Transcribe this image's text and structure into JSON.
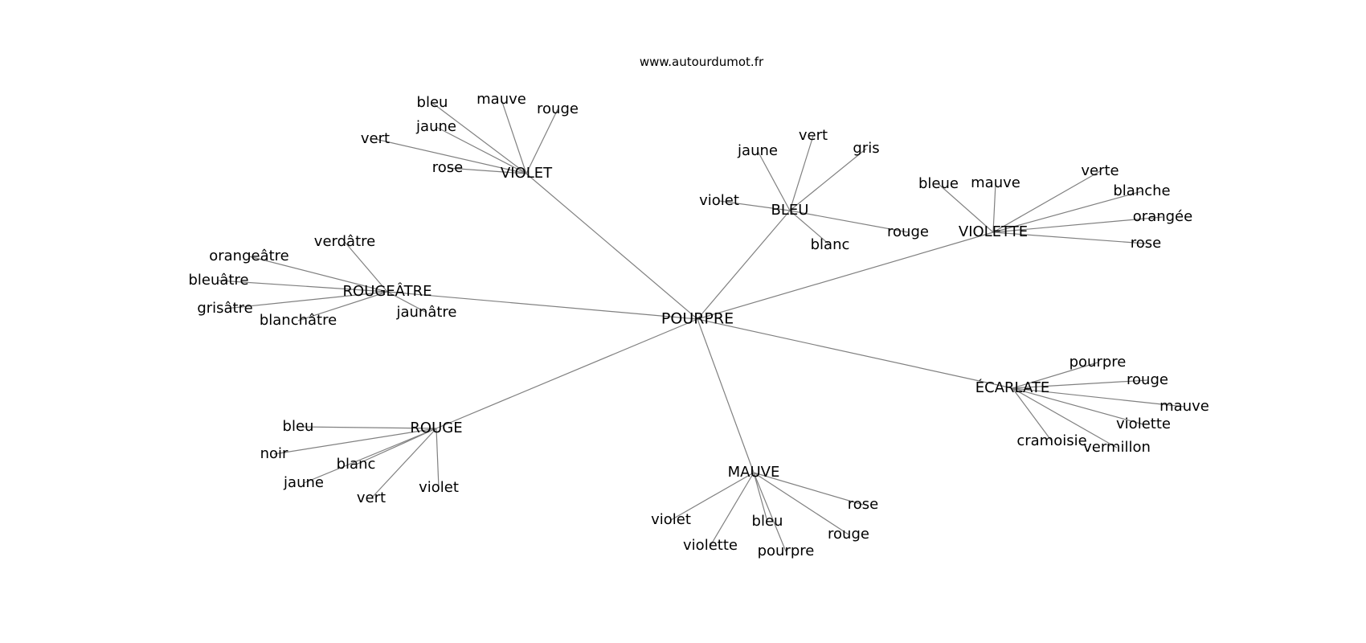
{
  "site": "www.autourdumot.fr",
  "center": "POURPRE",
  "clusters": [
    {
      "name": "VIOLET",
      "words": [
        "bleu",
        "mauve",
        "rouge",
        "jaune",
        "vert",
        "rose"
      ]
    },
    {
      "name": "BLEU",
      "words": [
        "jaune",
        "vert",
        "gris",
        "violet",
        "rouge",
        "blanc"
      ]
    },
    {
      "name": "VIOLETTE",
      "words": [
        "bleue",
        "mauve",
        "verte",
        "blanche",
        "orangée",
        "rose"
      ]
    },
    {
      "name": "ROUGEÂTRE",
      "words": [
        "verdâtre",
        "orangeâtre",
        "bleuâtre",
        "grisâtre",
        "blanchâtre",
        "jaunâtre"
      ]
    },
    {
      "name": "ÉCARLATE",
      "words": [
        "pourpre",
        "rouge",
        "mauve",
        "violette",
        "cramoisie",
        "vermillon"
      ]
    },
    {
      "name": "ROUGE",
      "words": [
        "bleu",
        "noir",
        "blanc",
        "jaune",
        "vert",
        "violet"
      ]
    },
    {
      "name": "MAUVE",
      "words": [
        "violet",
        "violette",
        "bleu",
        "pourpre",
        "rose",
        "rouge"
      ]
    }
  ]
}
